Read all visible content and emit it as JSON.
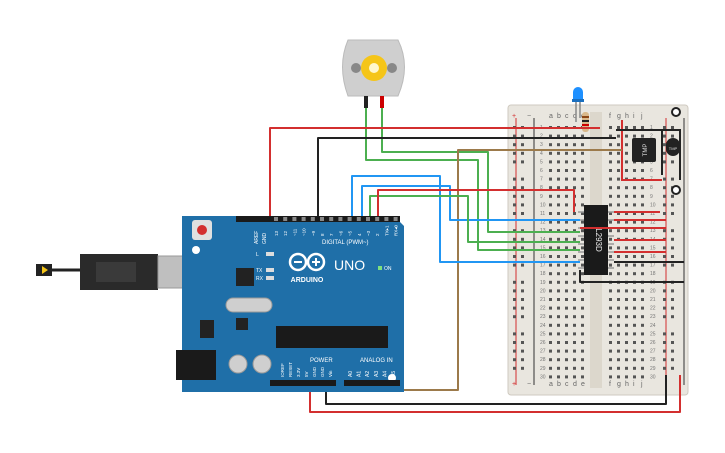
{
  "arduino": {
    "brand": "ARDUINO",
    "model": "UNO",
    "on_label": "ON",
    "digital_label": "DIGITAL (PWM~)",
    "analog_label": "ANALOG IN",
    "power_label": "POWER",
    "aref": "AREF",
    "gnd": "GND",
    "digital_pins": [
      "13",
      "12",
      "~11",
      "~10",
      "~9",
      "8",
      "7",
      "~6",
      "~5",
      "4",
      "~3",
      "2",
      "TX▸1",
      "RX◂0"
    ],
    "power_pins": [
      "IOREF",
      "RESET",
      "3.3V",
      "5V",
      "GND",
      "GND",
      "Vin"
    ],
    "analog_pins": [
      "A0",
      "A1",
      "A2",
      "A3",
      "A4",
      "A5"
    ],
    "led_l": "L",
    "led_tx": "TX",
    "led_rx": "RX"
  },
  "breadboard": {
    "col_letters_left": [
      "a",
      "b",
      "c",
      "d",
      "e"
    ],
    "col_letters_right": [
      "f",
      "g",
      "h",
      "i",
      "j"
    ],
    "rail_plus": "+",
    "rail_minus": "−",
    "row_numbers": [
      "1",
      "2",
      "3",
      "4",
      "5",
      "6",
      "7",
      "8",
      "9",
      "10",
      "11",
      "12",
      "13",
      "14",
      "15",
      "16",
      "17",
      "18",
      "19",
      "20",
      "21",
      "22",
      "23",
      "24",
      "25",
      "26",
      "27",
      "28",
      "29",
      "30"
    ]
  },
  "ic": {
    "label": "L293D"
  },
  "sensor": {
    "label": "TMP"
  },
  "colors": {
    "board_blue": "#1f6fa8",
    "breadboard": "#e8e4dc",
    "wire_red": "#d32f2f",
    "wire_black": "#222222",
    "wire_green": "#4caf50",
    "wire_blue": "#2196f3",
    "wire_brown": "#9c7a4b",
    "motor_gear": "#f5c518"
  }
}
